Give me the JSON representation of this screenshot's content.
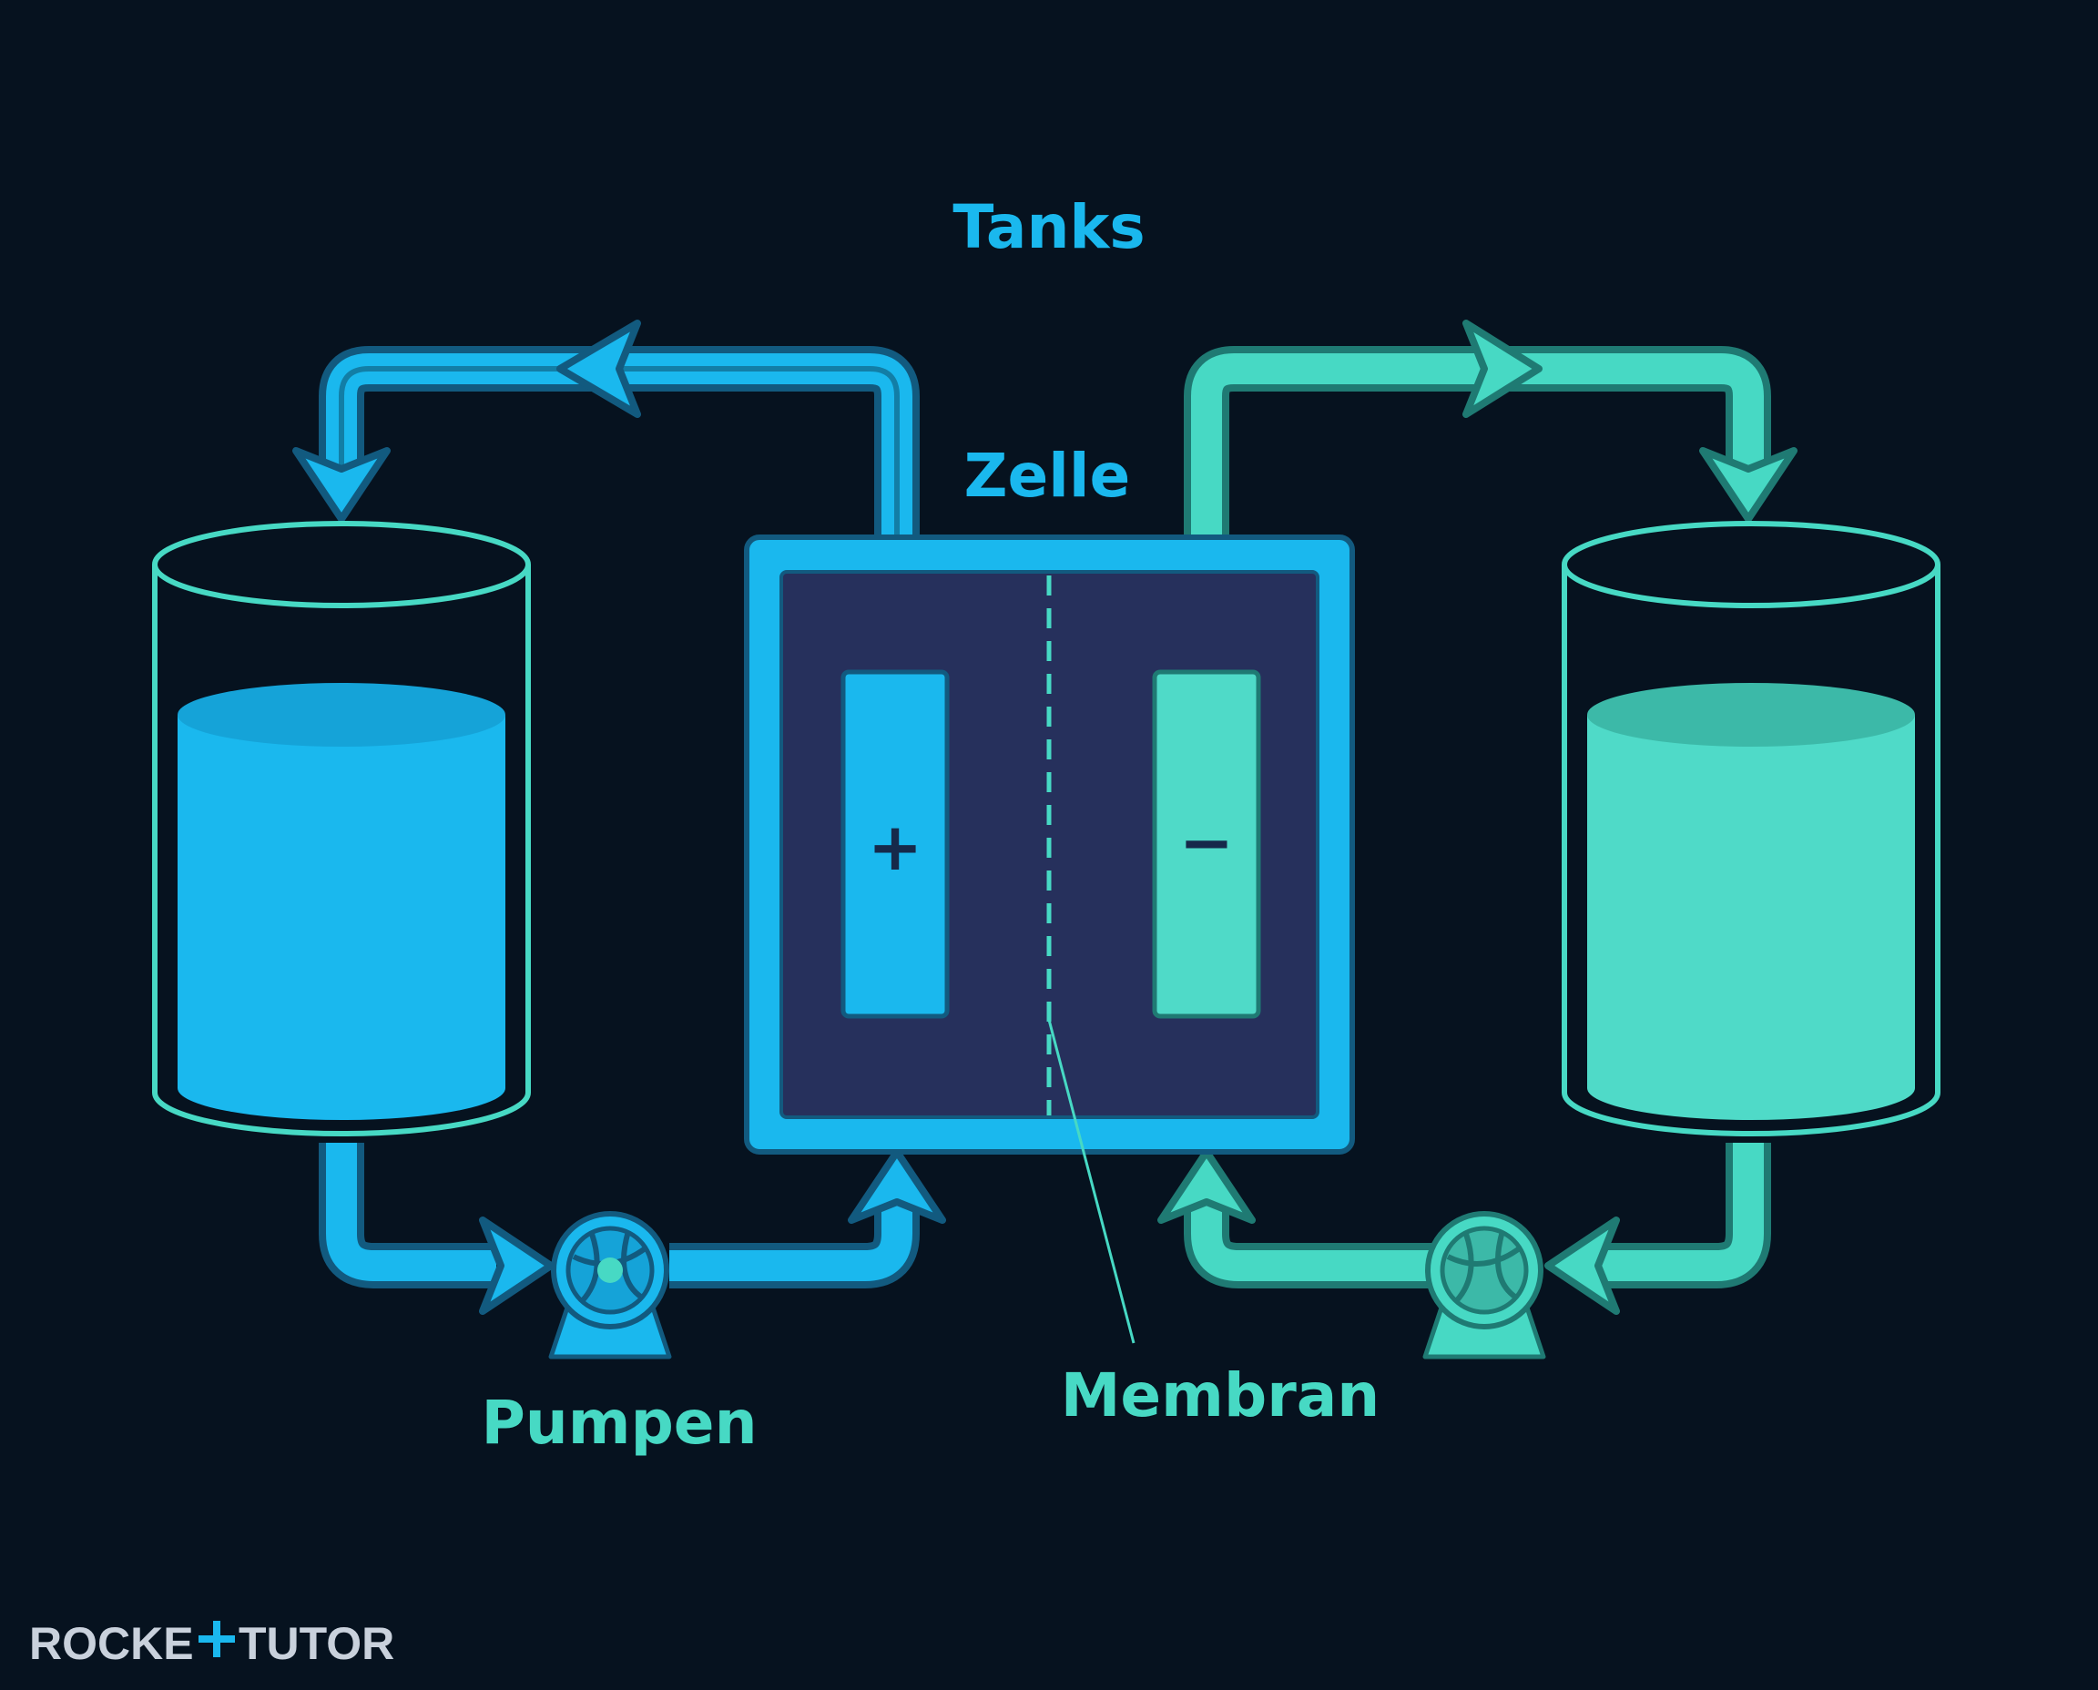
{
  "labels": {
    "tanks": "Tanks",
    "cell": "Zelle",
    "pumps": "Pumpen",
    "membrane": "Membran",
    "positive": "+",
    "negative": "−"
  },
  "logo": {
    "part1": "ROCKE",
    "part2": "TUTOR"
  },
  "colors": {
    "background": "#06121f",
    "positive_side": "#1ab8ee",
    "negative_side": "#47d9c4",
    "cell_fill": "#26305c"
  },
  "icons": {
    "pump": "pump-icon",
    "flow_arrow": "arrow-icon",
    "logo_mark": "plus-icon"
  }
}
